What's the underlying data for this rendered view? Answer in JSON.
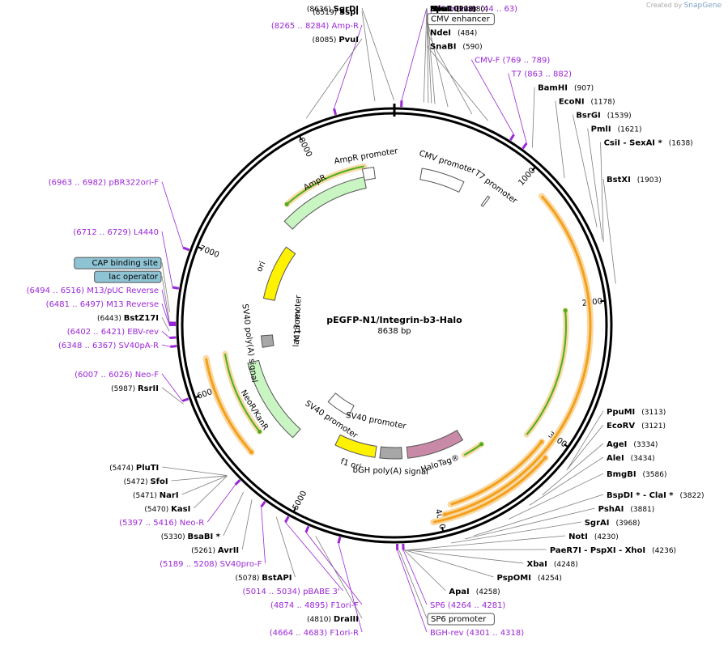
{
  "credit": {
    "prefix": "Created by",
    "brand": "SnapGene"
  },
  "plasmid": {
    "name": "pEGFP-N1/Integrin-b3-Halo",
    "size_label": "8638 bp",
    "length": 8638
  },
  "ticks": [
    {
      "pos": 1000,
      "label": "1000"
    },
    {
      "pos": 2000,
      "label": "2000"
    },
    {
      "pos": 3000,
      "label": "3000"
    },
    {
      "pos": 4000,
      "label": "4000"
    },
    {
      "pos": 5000,
      "label": "5000"
    },
    {
      "pos": 6000,
      "label": "6000"
    },
    {
      "pos": 7000,
      "label": "7000"
    },
    {
      "pos": 8000,
      "label": "8000"
    }
  ],
  "colors": {
    "enzyme": "#000000",
    "primer": "#9b26d6",
    "arc": "#f4a01c",
    "green": "#4caf1f",
    "feature_green": "#c8f5c2",
    "ori": "#fff200",
    "halotag": "#c98aa8",
    "grey": "#a7a7a7",
    "promoter": "#ffffff",
    "operator": "#8ec3d4"
  },
  "sites": [
    {
      "pos": 8636,
      "name": "SgrDI",
      "coord": "(8636)",
      "kind": "enzyme"
    },
    {
      "pos": 8519,
      "name": "SspI",
      "coord": "(8519)",
      "kind": "enzyme"
    },
    {
      "pos": 8265,
      "name": "Amp-R",
      "coord": "(8265 .. 8284)",
      "kind": "primer"
    },
    {
      "pos": 8085,
      "name": "PvuI",
      "coord": "(8085)",
      "kind": "enzyme"
    },
    {
      "pos": 44,
      "name": "pRS-marker",
      "coord": "(44 .. 63)",
      "kind": "primer"
    },
    {
      "pos": 180,
      "name": "Bpu10I",
      "coord": "(180)",
      "kind": "enzyme"
    },
    {
      "pos": 208,
      "name": "NruI",
      "coord": "(208)",
      "kind": "enzyme"
    },
    {
      "pos": 228,
      "name": "MluI",
      "coord": "(228)",
      "kind": "enzyme"
    },
    {
      "pos": 249,
      "name": "SpeI",
      "coord": "(249)",
      "kind": "enzyme"
    },
    {
      "pos": 330,
      "name": "CMV enhancer",
      "coord": "",
      "kind": "boxed"
    },
    {
      "pos": 484,
      "name": "NdeI",
      "coord": "(484)",
      "kind": "enzyme"
    },
    {
      "pos": 590,
      "name": "SnaBI",
      "coord": "(590)",
      "kind": "enzyme"
    },
    {
      "pos": 769,
      "name": "CMV-F",
      "coord": "(769 .. 789)",
      "kind": "primer"
    },
    {
      "pos": 863,
      "name": "T7",
      "coord": "(863 .. 882)",
      "kind": "primer"
    },
    {
      "pos": 907,
      "name": "BamHI",
      "coord": "(907)",
      "kind": "enzyme"
    },
    {
      "pos": 1178,
      "name": "EcoNI",
      "coord": "(1178)",
      "kind": "enzyme"
    },
    {
      "pos": 1539,
      "name": "BsrGI",
      "coord": "(1539)",
      "kind": "enzyme"
    },
    {
      "pos": 1621,
      "name": "PmlI",
      "coord": "(1621)",
      "kind": "enzyme"
    },
    {
      "pos": 1638,
      "name": "CsiI  - SexAI *",
      "coord": "(1638)",
      "kind": "enzyme"
    },
    {
      "pos": 1903,
      "name": "BstXI",
      "coord": "(1903)",
      "kind": "enzyme"
    },
    {
      "pos": 3113,
      "name": "PpuMI",
      "coord": "(3113)",
      "kind": "enzyme"
    },
    {
      "pos": 3121,
      "name": "EcoRV",
      "coord": "(3121)",
      "kind": "enzyme"
    },
    {
      "pos": 3334,
      "name": "AgeI",
      "coord": "(3334)",
      "kind": "enzyme"
    },
    {
      "pos": 3434,
      "name": "AleI",
      "coord": "(3434)",
      "kind": "enzyme"
    },
    {
      "pos": 3586,
      "name": "BmgBI",
      "coord": "(3586)",
      "kind": "enzyme"
    },
    {
      "pos": 3822,
      "name": "BspDI *  - ClaI *",
      "coord": "(3822)",
      "kind": "enzyme"
    },
    {
      "pos": 3881,
      "name": "PshAI",
      "coord": "(3881)",
      "kind": "enzyme"
    },
    {
      "pos": 3968,
      "name": "SgrAI",
      "coord": "(3968)",
      "kind": "enzyme"
    },
    {
      "pos": 4230,
      "name": "NotI",
      "coord": "(4230)",
      "kind": "enzyme"
    },
    {
      "pos": 4236,
      "name": "PaeR7I  - PspXI  - XhoI",
      "coord": "(4236)",
      "kind": "enzyme"
    },
    {
      "pos": 4248,
      "name": "XbaI",
      "coord": "(4248)",
      "kind": "enzyme"
    },
    {
      "pos": 4254,
      "name": "PspOMI",
      "coord": "(4254)",
      "kind": "enzyme"
    },
    {
      "pos": 4258,
      "name": "ApaI",
      "coord": "(4258)",
      "kind": "enzyme"
    },
    {
      "pos": 4290,
      "name": "SP6 promoter",
      "coord": "",
      "kind": "boxed"
    },
    {
      "pos": 4264,
      "name": "SP6",
      "coord": "(4264 .. 4281)",
      "kind": "primer"
    },
    {
      "pos": 4301,
      "name": "BGH-rev",
      "coord": "(4301 .. 4318)",
      "kind": "primer"
    },
    {
      "pos": 4664,
      "name": "F1ori-R",
      "coord": "(4664 .. 4683)",
      "kind": "primer"
    },
    {
      "pos": 4810,
      "name": "DraIII",
      "coord": "(4810)",
      "kind": "enzyme"
    },
    {
      "pos": 4874,
      "name": "F1ori-F",
      "coord": "(4874 .. 4895)",
      "kind": "primer"
    },
    {
      "pos": 5014,
      "name": "pBABE 3'",
      "coord": "(5014 .. 5034)",
      "kind": "primer"
    },
    {
      "pos": 5078,
      "name": "BstAPI",
      "coord": "(5078)",
      "kind": "enzyme"
    },
    {
      "pos": 5189,
      "name": "SV40pro-F",
      "coord": "(5189 .. 5208)",
      "kind": "primer"
    },
    {
      "pos": 5261,
      "name": "AvrII",
      "coord": "(5261)",
      "kind": "enzyme"
    },
    {
      "pos": 5330,
      "name": "BsaBI *",
      "coord": "(5330)",
      "kind": "enzyme"
    },
    {
      "pos": 5397,
      "name": "Neo-R",
      "coord": "(5397 .. 5416)",
      "kind": "primer"
    },
    {
      "pos": 5470,
      "name": "KasI",
      "coord": "(5470)",
      "kind": "enzyme"
    },
    {
      "pos": 5471,
      "name": "NarI",
      "coord": "(5471)",
      "kind": "enzyme"
    },
    {
      "pos": 5472,
      "name": "SfoI",
      "coord": "(5472)",
      "kind": "enzyme"
    },
    {
      "pos": 5474,
      "name": "PluTI",
      "coord": "(5474)",
      "kind": "enzyme"
    },
    {
      "pos": 5987,
      "name": "RsrII",
      "coord": "(5987)",
      "kind": "enzyme"
    },
    {
      "pos": 6007,
      "name": "Neo-F",
      "coord": "(6007 .. 6026)",
      "kind": "primer"
    },
    {
      "pos": 6348,
      "name": "SV40pA-R",
      "coord": "(6348 .. 6367)",
      "kind": "primer"
    },
    {
      "pos": 6402,
      "name": "EBV-rev",
      "coord": "(6402 .. 6421)",
      "kind": "primer"
    },
    {
      "pos": 6443,
      "name": "BstZ17I",
      "coord": "(6443)",
      "kind": "enzyme"
    },
    {
      "pos": 6481,
      "name": "M13 Reverse",
      "coord": "(6481 .. 6497)",
      "kind": "primer"
    },
    {
      "pos": 6505,
      "name": "lac operator",
      "coord": "",
      "kind": "boxed-blue"
    },
    {
      "pos": 6494,
      "name": "M13/pUC Reverse",
      "coord": "(6494 .. 6516)",
      "kind": "primer"
    },
    {
      "pos": 6560,
      "name": "CAP binding site",
      "coord": "",
      "kind": "boxed-blue"
    },
    {
      "pos": 6712,
      "name": "L4440",
      "coord": "(6712 .. 6729)",
      "kind": "primer"
    },
    {
      "pos": 6963,
      "name": "pBR322ori-F",
      "coord": "(6963 .. 6982)",
      "kind": "primer"
    }
  ],
  "features": [
    {
      "name": "CMV promoter",
      "start": 240,
      "end": 620,
      "dir": 1,
      "style": "promoter"
    },
    {
      "name": "T7 promoter",
      "start": 860,
      "end": 880,
      "dir": 1,
      "style": "promoter"
    },
    {
      "name": "HaloTag®",
      "start": 3580,
      "end": 4180,
      "dir": -1,
      "style": "halotag"
    },
    {
      "name": "bGH poly(A) signal",
      "start": 4240,
      "end": 4470,
      "dir": 0,
      "style": "grey"
    },
    {
      "name": "f1 ori",
      "start": 4520,
      "end": 4950,
      "dir": -1,
      "style": "ori"
    },
    {
      "name": "SV40 promoter",
      "start": 4960,
      "end": 5300,
      "dir": 1,
      "style": "promoter"
    },
    {
      "name": "NeoR/KanR",
      "start": 5330,
      "end": 6130,
      "dir": 1,
      "style": "green"
    },
    {
      "name": "SV40 poly(A) signal",
      "start": 6250,
      "end": 6370,
      "dir": 0,
      "style": "grey"
    },
    {
      "name": "ori",
      "start": 6760,
      "end": 7340,
      "dir": -1,
      "style": "ori"
    },
    {
      "name": "AmpR",
      "start": 7520,
      "end": 8360,
      "dir": -1,
      "style": "green"
    },
    {
      "name": "AmpR promoter",
      "start": 8360,
      "end": 8460,
      "dir": -1,
      "style": "promoter"
    }
  ],
  "inner_labels": [
    {
      "name": "SV40 promoter",
      "pos": 4580
    },
    {
      "name": "lac promoter",
      "pos": 6540
    },
    {
      "name": "M13 rev",
      "pos": 6480
    }
  ]
}
